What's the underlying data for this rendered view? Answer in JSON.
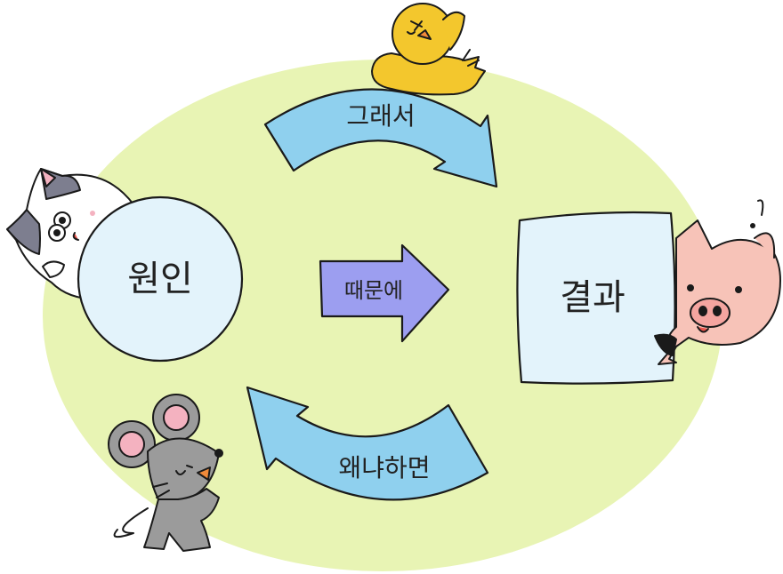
{
  "diagram": {
    "cause": {
      "label": "원인"
    },
    "effect": {
      "label": "결과"
    },
    "connectors": {
      "forward": {
        "label": "그래서"
      },
      "middle": {
        "label": "때문에"
      },
      "backward": {
        "label": "왜냐하면"
      }
    },
    "colors": {
      "background_blob": "#e8f4b4",
      "node_fill": "#e3f3fb",
      "curved_arrow_fill": "#8fd0ee",
      "middle_arrow_fill": "#9c9ef0",
      "outline": "#1a1a1a"
    },
    "characters": [
      "chick-icon",
      "cat-icon",
      "pig-icon",
      "mouse-icon"
    ]
  }
}
